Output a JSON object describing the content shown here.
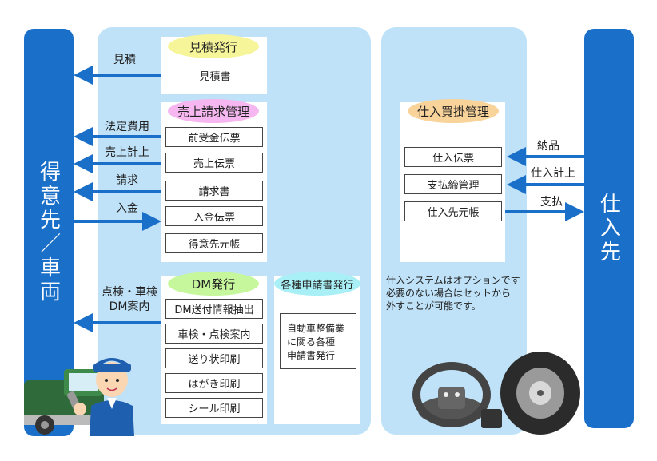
{
  "left_party": "得意先／車両",
  "right_party": "仕入先",
  "estimate": {
    "title": "見積発行",
    "items": [
      "見積書"
    ],
    "arrow_label": "見積"
  },
  "sales": {
    "title": "売上請求管理",
    "items": [
      "前受金伝票",
      "売上伝票",
      "請求書",
      "入金伝票",
      "得意先元帳"
    ],
    "arrows": [
      {
        "label": "法定費用",
        "dir": "left"
      },
      {
        "label": "売上計上",
        "dir": "left"
      },
      {
        "label": "請求",
        "dir": "left"
      },
      {
        "label": "入金",
        "dir": "right"
      }
    ]
  },
  "dm": {
    "title": "DM発行",
    "items": [
      "DM送付情報抽出",
      "車検・点検案内",
      "送り状印刷",
      "はがき印刷",
      "シール印刷"
    ],
    "arrow_label_lines": [
      "点検・車検",
      "DM案内"
    ]
  },
  "forms": {
    "title": "各種申請書発行",
    "body_lines": [
      "自動車整備業",
      "に関る各種",
      "申請書発行"
    ]
  },
  "purchase": {
    "title": "仕入買掛管理",
    "items": [
      "仕入伝票",
      "支払締管理",
      "仕入先元帳"
    ],
    "arrows": [
      {
        "label": "納品",
        "dir": "left"
      },
      {
        "label": "仕入計上",
        "dir": "left"
      },
      {
        "label": "支払",
        "dir": "right"
      }
    ],
    "note_lines": [
      "仕入システムはオプションです",
      "必要のない場合はセットから",
      "外すことが可能です。"
    ]
  },
  "colors": {
    "bar": "#1a6fc9",
    "panel": "#bfe2f8",
    "arrow": "#1a6fc9",
    "pill_yellow": "#f6f59a",
    "pill_pink": "#f6b7f0",
    "pill_green": "#c6f79c",
    "pill_cyan": "#a9f0f6",
    "pill_orange": "#f8d39a"
  },
  "illustrations": [
    "mechanic-with-car",
    "steering-wheel-controller",
    "tire"
  ]
}
